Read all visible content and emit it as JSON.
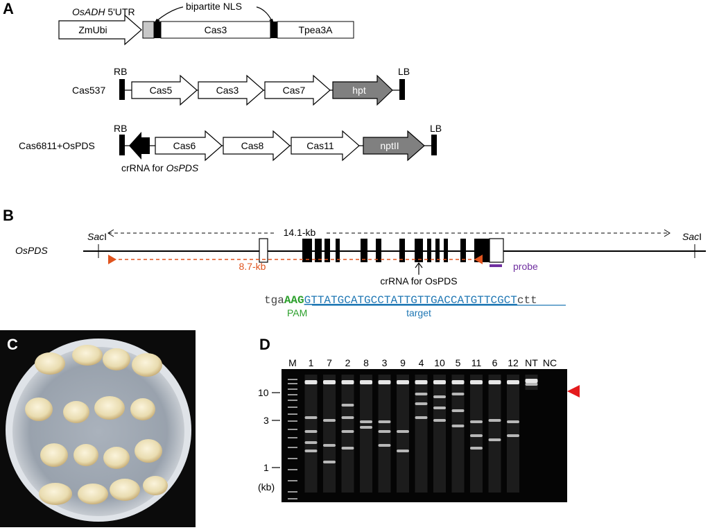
{
  "panels": {
    "A": "A",
    "B": "B",
    "C": "C",
    "D": "D"
  },
  "panelA": {
    "utr_italic": "OsADH",
    "utr_rest": " 5'UTR",
    "nls": "bipartite NLS",
    "cassette1": {
      "promoter": "ZmUbi",
      "gene": "Cas3",
      "terminator": "Tpea3A"
    },
    "cas537": {
      "name": "Cas537",
      "rb": "RB",
      "lb": "LB",
      "genes": [
        "Cas5",
        "Cas3",
        "Cas7"
      ],
      "marker": "hpt"
    },
    "cas6811": {
      "name": "Cas6811+OsPDS",
      "rb": "RB",
      "lb": "LB",
      "genes": [
        "Cas6",
        "Cas8",
        "Cas11"
      ],
      "marker": "nptII",
      "crrna_prefix": "crRNA for ",
      "crrna_italic": "OsPDS"
    }
  },
  "panelB": {
    "gene_name": "OsPDS",
    "sac_left": "Sac",
    "sac_left_suffix": "I",
    "sac_right": "Sac",
    "sac_right_suffix": "I",
    "big_fragment": "14.1-kb",
    "small_fragment": "8.7-kb",
    "probe": "probe",
    "crrna": "crRNA for OsPDS",
    "seq_prefix": "tga",
    "seq_pam": "AAG",
    "seq_target": "GTTATGCATGCCTATTGTTGACCATGTTCGCT",
    "seq_suffix": "ctt",
    "pam_label": "PAM",
    "target_label": "target",
    "colors": {
      "pam": "#2ca02c",
      "target": "#1f77b4",
      "fragment": "#e0541e",
      "probe": "#7030a0"
    }
  },
  "panelD": {
    "lanes": [
      "M",
      "1",
      "7",
      "2",
      "8",
      "3",
      "9",
      "4",
      "10",
      "5",
      "11",
      "6",
      "12",
      "NT",
      "NC"
    ],
    "marker_ticks": [
      "10",
      "3",
      "1"
    ],
    "unit": "(kb)"
  }
}
